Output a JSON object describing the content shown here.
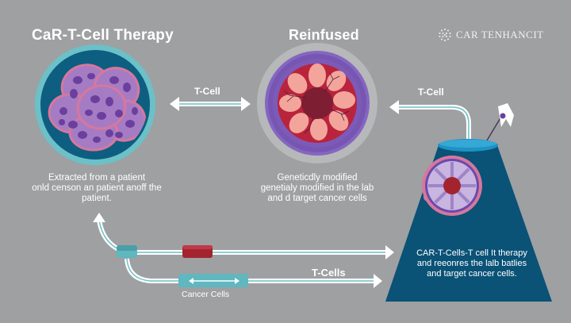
{
  "colors": {
    "background": "#9ea0a2",
    "teal_ring": "#6cc0c8",
    "deep_blue": "#0d5e80",
    "cell_purple": "#a57cc4",
    "cell_nucleus": "#6b3f9e",
    "cell_pink_border": "#d7779d",
    "tumor_red": "#b9243c",
    "tumor_pink": "#f3a59c",
    "tumor_core": "#7d1e32",
    "cone_blue": "#0a5276",
    "cone_top": "#1e92c4",
    "bag_red": "#a3242f",
    "connector_teal": "#5fb7bf",
    "arrow_white": "#ffffff"
  },
  "header": {
    "left_title": "CaR-T-Cell Therapy",
    "center_title": "Reinfused",
    "brand": {
      "icon": "dotted-globe-icon",
      "name": "CAR TENHANCIT"
    }
  },
  "stages": [
    {
      "id": "extracted",
      "image": "cancer-cell-cluster",
      "caption_lines": [
        "Extracted from a patient",
        "onld censon an  patient anoff the",
        "patient."
      ]
    },
    {
      "id": "modified",
      "image": "tumor-cross-section",
      "caption_lines": [
        "Geneticdly modified",
        "genetialy modified in the lab",
        "and d target cancer cells"
      ]
    },
    {
      "id": "infusion",
      "image": "infusion-cone-with-cell",
      "caption_lines": [
        "CAR-T-Cells-T cell It therapy",
        "and reeonres the lalb batlies",
        "and target cancer cells."
      ]
    }
  ],
  "arrows": {
    "left_to_center": "T-Cell",
    "right_to_center": "T-Cell",
    "bottom_flow": "T-Cells",
    "cancer_cells_label": "Cancer Cells"
  }
}
